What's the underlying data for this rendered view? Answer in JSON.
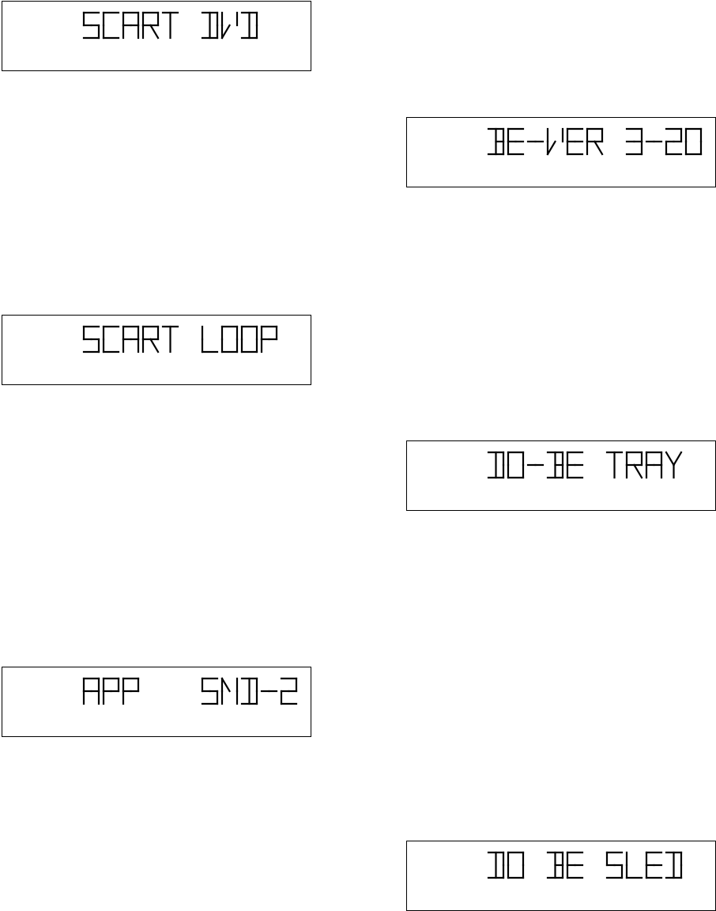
{
  "displays": [
    {
      "text": "SCART DVD",
      "pad": 4
    },
    {
      "text": "BE-VER 3-20",
      "pad": 4
    },
    {
      "text": "SCART LOOP",
      "pad": 4
    },
    {
      "text": "DO-BE TRAY",
      "pad": 4
    },
    {
      "text": "APP   SND-2",
      "pad": 4
    },
    {
      "text": "DO BE SLED",
      "pad": 4
    }
  ]
}
